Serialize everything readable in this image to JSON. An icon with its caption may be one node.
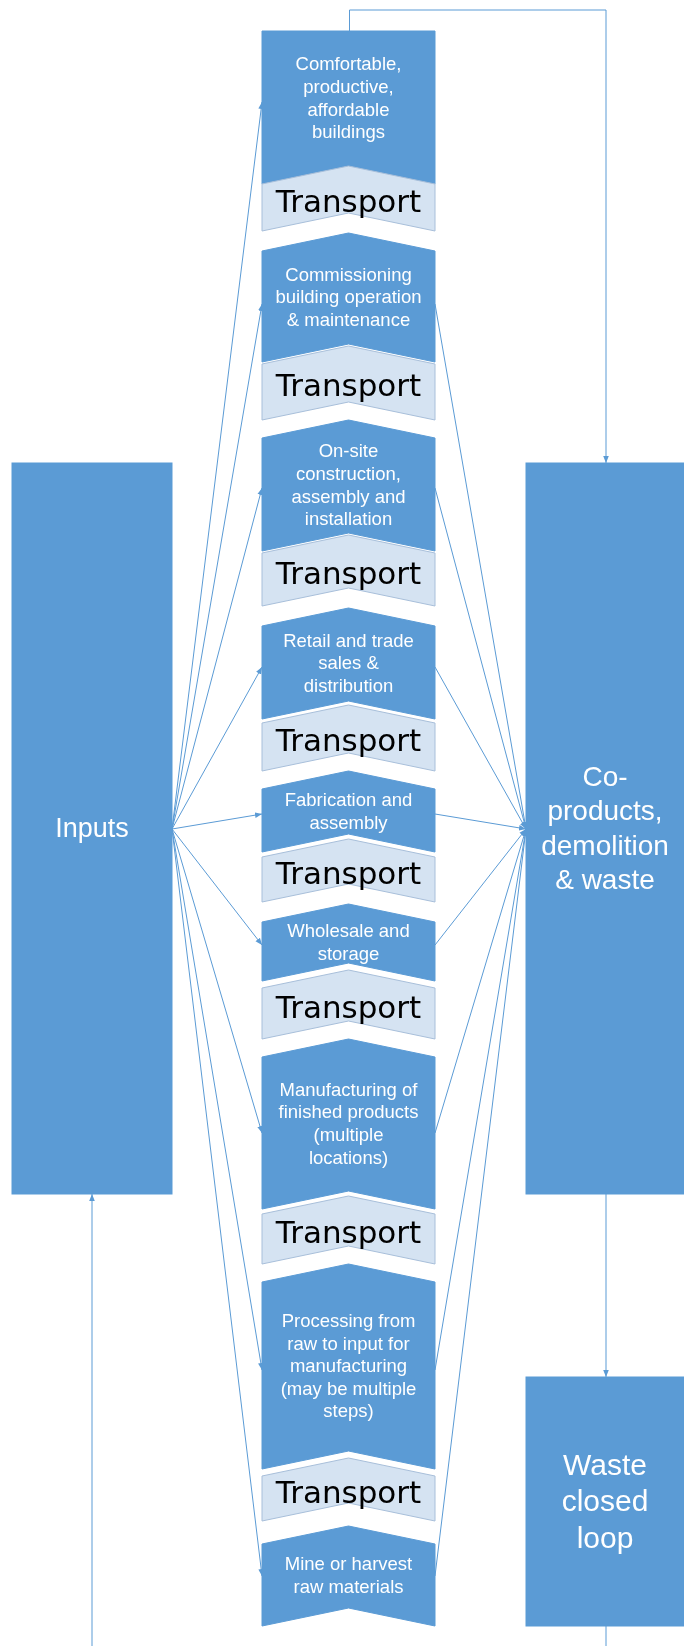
{
  "diagram": {
    "nodes": [
      {
        "text": [
          "Inputs"
        ]
      },
      {
        "text": [
          "Comfortable, productive, affordable buildings"
        ]
      },
      {
        "text": [
          "Transport"
        ]
      },
      {
        "text": [
          "Commissioning building operation & maintenance"
        ]
      },
      {
        "text": [
          "Transport"
        ]
      },
      {
        "text": [
          "On-site construction, assembly and installation"
        ]
      },
      {
        "text": [
          "Transport"
        ]
      },
      {
        "text": [
          "Retail and trade sales & distribution"
        ]
      },
      {
        "text": [
          "Transport"
        ]
      },
      {
        "text": [
          "Fabrication and assembly"
        ]
      },
      {
        "text": [
          "Transport"
        ]
      },
      {
        "text": [
          "Wholesale and storage"
        ]
      },
      {
        "text": [
          "Transport"
        ]
      },
      {
        "text": [
          "Manufacturing of finished products (multiple locations)"
        ]
      },
      {
        "text": [
          "Transport"
        ]
      },
      {
        "text": [
          "Processing from raw to input for manufacturing (may be multiple steps)"
        ]
      },
      {
        "text": [
          "Transport"
        ]
      },
      {
        "text": [
          "Mine or harvest raw materials"
        ]
      },
      {
        "text": [
          "Co-products, demolition & waste"
        ]
      },
      {
        "text": [
          "Waste closed loop"
        ]
      }
    ],
    "edges": [
      {
        "from": 0,
        "to": 1,
        "arrow": "to"
      },
      {
        "from": 0,
        "to": 3,
        "arrow": "to"
      },
      {
        "from": 0,
        "to": 5,
        "arrow": "to"
      },
      {
        "from": 0,
        "to": 7,
        "arrow": "to"
      },
      {
        "from": 0,
        "to": 9,
        "arrow": "to"
      },
      {
        "from": 0,
        "to": 11,
        "arrow": "to"
      },
      {
        "from": 0,
        "to": 13,
        "arrow": "to"
      },
      {
        "from": 0,
        "to": 15,
        "arrow": "to"
      },
      {
        "from": 0,
        "to": 17,
        "arrow": "to"
      },
      {
        "from": 1,
        "to": 18,
        "arrow": "to"
      },
      {
        "from": 3,
        "to": 18,
        "arrow": "to"
      },
      {
        "from": 5,
        "to": 18,
        "arrow": "to"
      },
      {
        "from": 7,
        "to": 18,
        "arrow": "to"
      },
      {
        "from": 9,
        "to": 18,
        "arrow": "to"
      },
      {
        "from": 11,
        "to": 18,
        "arrow": "to"
      },
      {
        "from": 13,
        "to": 18,
        "arrow": "to"
      },
      {
        "from": 15,
        "to": 18,
        "arrow": "to"
      },
      {
        "from": 17,
        "to": 18,
        "arrow": "to"
      },
      {
        "from": 18,
        "to": 19,
        "arrow": "to"
      },
      {
        "from": 19,
        "to": null,
        "arrow": "none"
      },
      {
        "from": null,
        "to": 0,
        "arrow": "to"
      }
    ]
  }
}
